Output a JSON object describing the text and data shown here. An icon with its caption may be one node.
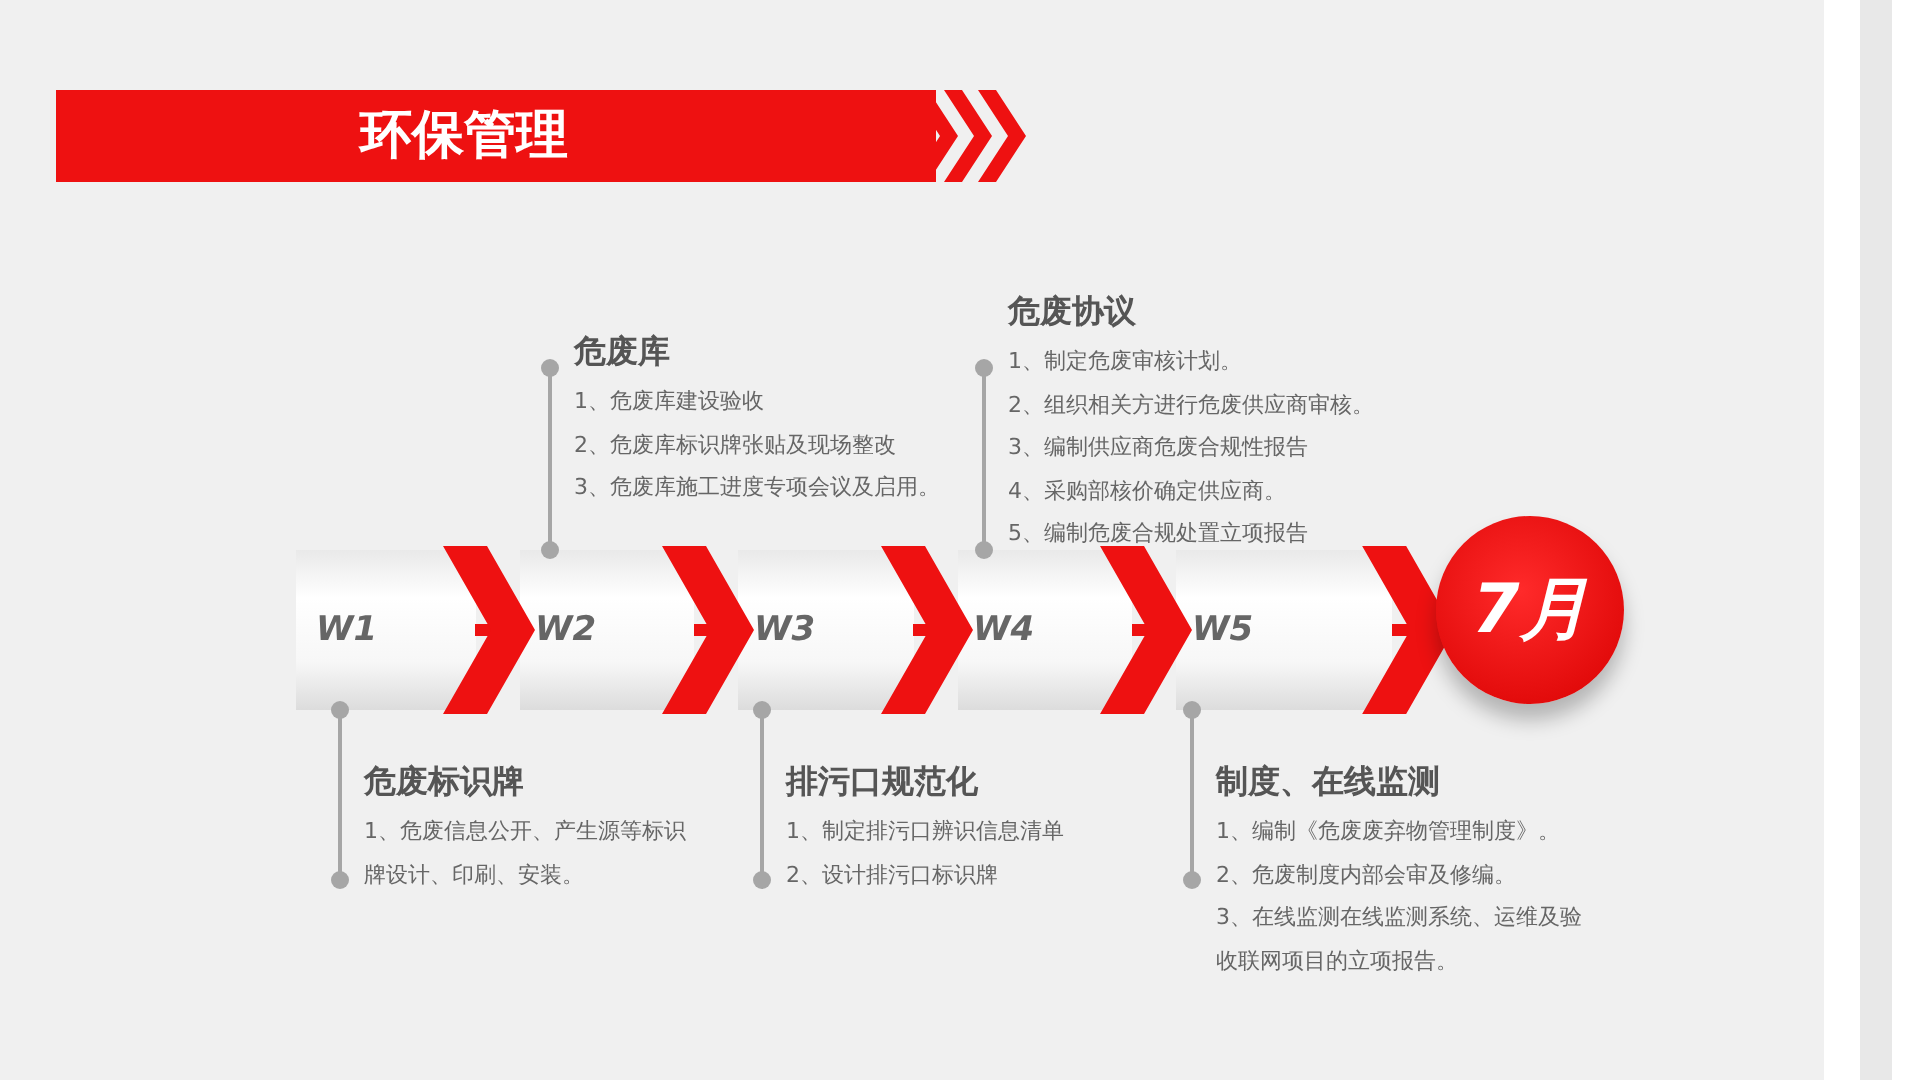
{
  "diagram": {
    "nodes": [
      {
        "text": [
          "环保管理"
        ]
      },
      {
        "text": [
          "危废库",
          "1、危废库建设验收",
          "2、危废库标识牌张贴及现场整改",
          "3、危废库施工进度专项会议及启用。"
        ]
      },
      {
        "text": [
          "危废协议",
          "1、制定危废审核计划。",
          "2、组织相关方进行危废供应商审核。",
          "3、编制供应商危废合规性报告",
          "4、采购部核价确定供应商。",
          "5、编制危废合规处置立项报告"
        ]
      },
      {
        "text": [
          "W1"
        ]
      },
      {
        "text": [
          "W2"
        ]
      },
      {
        "text": [
          "W3"
        ]
      },
      {
        "text": [
          "W4"
        ]
      },
      {
        "text": [
          "W5"
        ]
      },
      {
        "text": [
          "7月"
        ]
      },
      {
        "text": [
          "危废标识牌",
          "1、危废信息公开、产生源等标识牌设计、印刷、安装。"
        ]
      },
      {
        "text": [
          "排污口规范化",
          "1、制定排污口辨识信息清单",
          "2、设计排污口标识牌"
        ]
      },
      {
        "text": [
          "制度、在线监测",
          "1、编制《危废废弃物管理制度》。",
          "2、危废制度内部会审及修编。",
          "3、在线监测在线监测系统、运维及验收联网项目的立项报告。"
        ]
      }
    ],
    "edges": [
      {
        "from": 3,
        "to": 4,
        "arrow": "to",
        "style": "thick",
        "color": "#ee1111"
      },
      {
        "from": 4,
        "to": 5,
        "arrow": "to",
        "style": "thick",
        "color": "#ee1111"
      },
      {
        "from": 5,
        "to": 6,
        "arrow": "to",
        "style": "thick",
        "color": "#ee1111"
      },
      {
        "from": 6,
        "to": 7,
        "arrow": "to",
        "style": "thick",
        "color": "#ee1111"
      },
      {
        "from": 7,
        "to": 8,
        "arrow": "to",
        "style": "thick",
        "color": "#ee1111"
      },
      {
        "from": 1,
        "to": 4,
        "arrow": "other",
        "color": "#a6a6a6"
      },
      {
        "from": 2,
        "to": 6,
        "arrow": "other",
        "color": "#a6a6a6"
      },
      {
        "from": 9,
        "to": 3,
        "arrow": "other",
        "color": "#a6a6a6"
      },
      {
        "from": 10,
        "to": 5,
        "arrow": "other",
        "color": "#a6a6a6"
      },
      {
        "from": 11,
        "to": 7,
        "arrow": "other",
        "color": "#a6a6a6"
      }
    ]
  }
}
